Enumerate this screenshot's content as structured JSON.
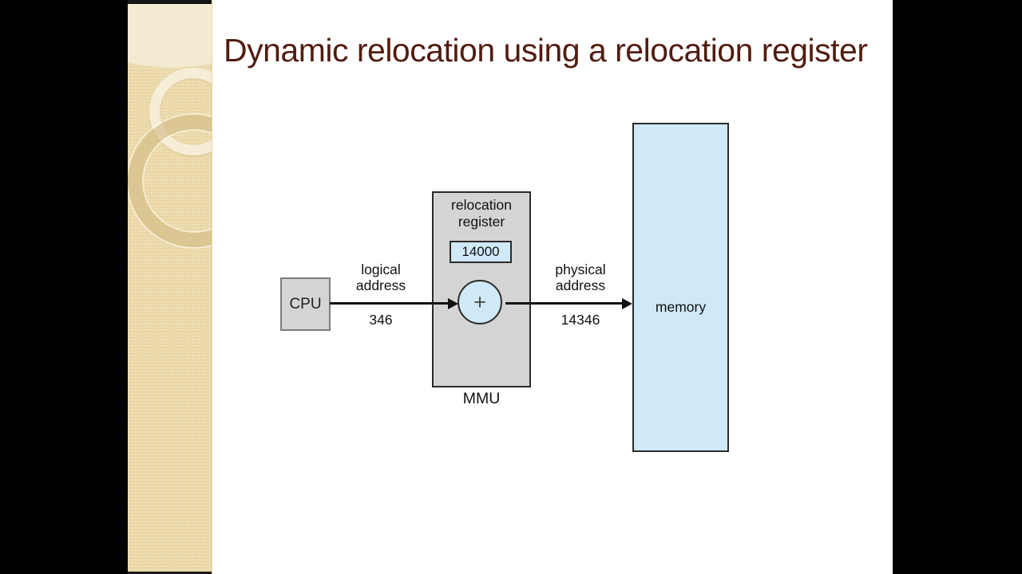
{
  "colors": {
    "letterbox": "#000000",
    "sidebar": "#ead7a6",
    "title": "#521c10",
    "box_gray": "#d4d4d4",
    "box_blue": "#cfe9f8",
    "line": "#111111"
  },
  "slide": {
    "title": "Dynamic relocation using a relocation register"
  },
  "diagram": {
    "cpu_label": "CPU",
    "logical_line1": "logical",
    "logical_line2": "address",
    "logical_value": "346",
    "register_line1": "relocation",
    "register_line2": "register",
    "register_value": "14000",
    "adder_symbol": "+",
    "mmu_label": "MMU",
    "physical_line1": "physical",
    "physical_line2": "address",
    "physical_value": "14346",
    "memory_label": "memory"
  }
}
